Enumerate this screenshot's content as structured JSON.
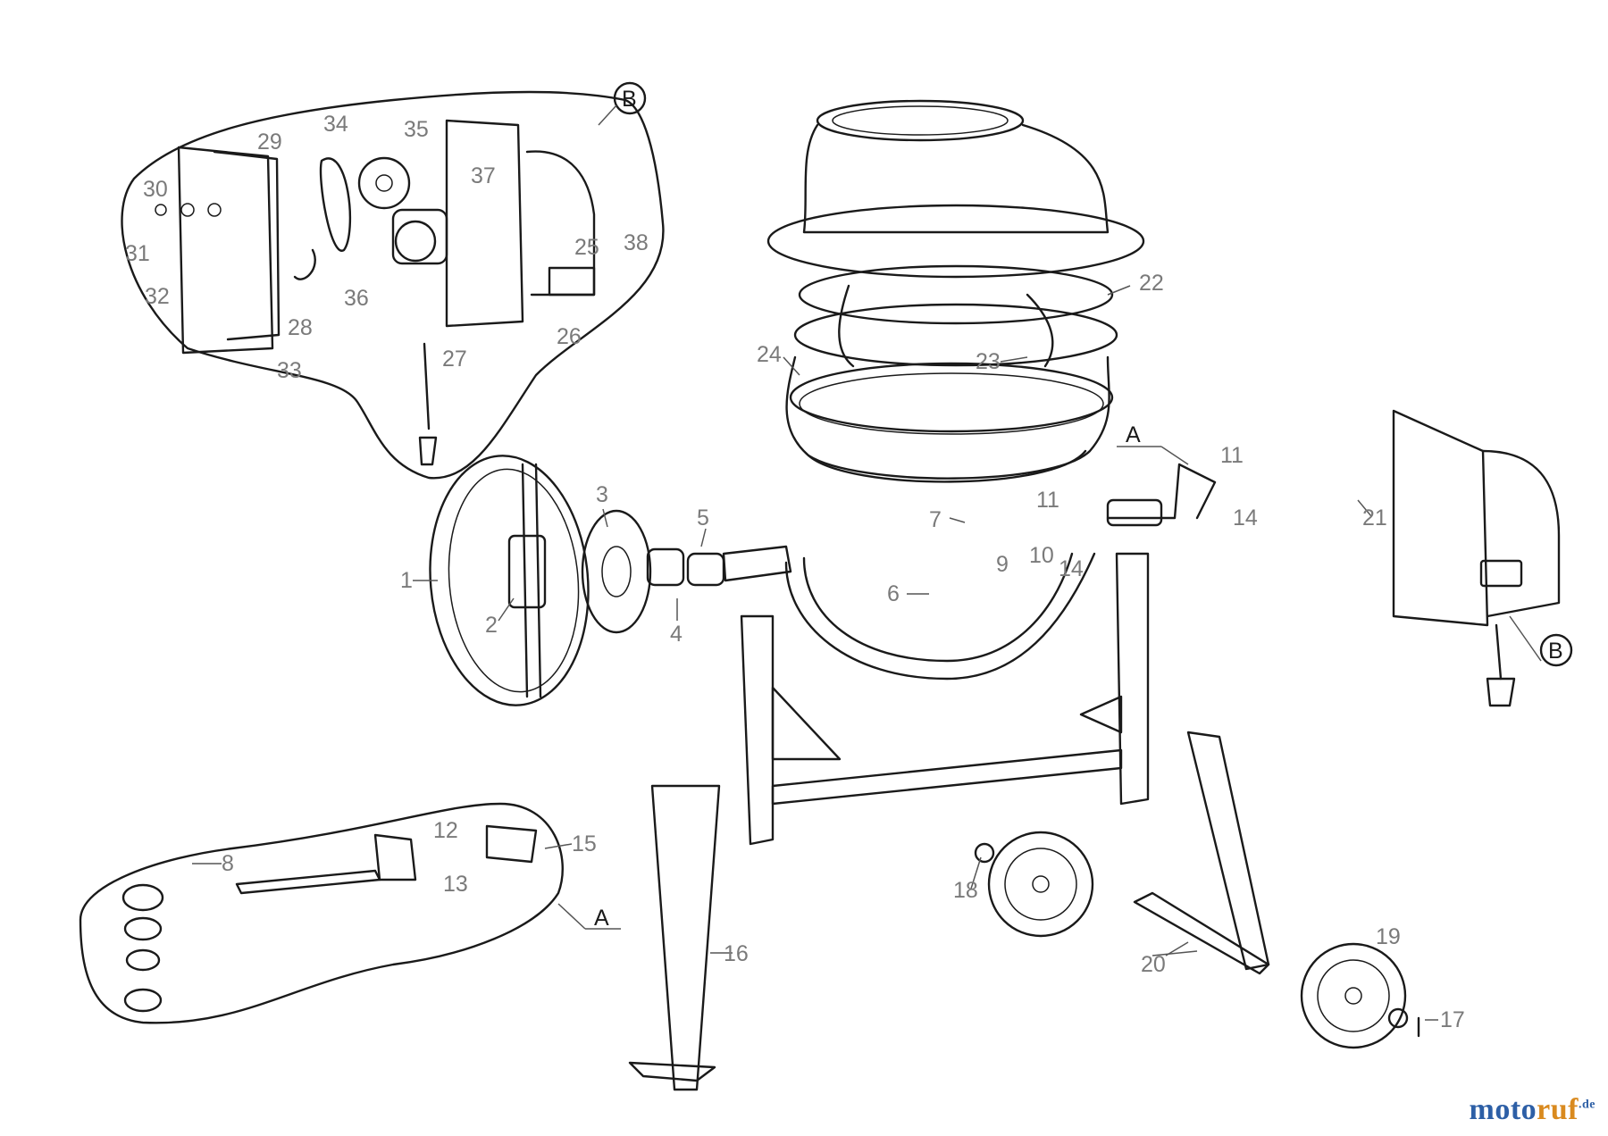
{
  "callouts": {
    "c1": "1",
    "c2": "2",
    "c3": "3",
    "c4": "4",
    "c5": "5",
    "c6": "6",
    "c7": "7",
    "c8": "8",
    "c9": "9",
    "c10": "10",
    "c11a": "11",
    "c11b": "11",
    "c12": "12",
    "c13": "13",
    "c14a": "14",
    "c14b": "14",
    "c15": "15",
    "c16": "16",
    "c17": "17",
    "c18": "18",
    "c19": "19",
    "c20": "20",
    "c21": "21",
    "c22": "22",
    "c23": "23",
    "c24": "24",
    "c25": "25",
    "c26": "26",
    "c27": "27",
    "c28": "28",
    "c29": "29",
    "c30": "30",
    "c31": "31",
    "c32": "32",
    "c33": "33",
    "c34": "34",
    "c35": "35",
    "c36": "36",
    "c37": "37",
    "c38": "38"
  },
  "detail_refs": {
    "detail_a_top": "A",
    "detail_a_bottom": "A",
    "detail_b_top": "B",
    "detail_b_right": "B"
  },
  "watermark": {
    "part1": "moto",
    "part2": "ruf",
    "part3": ".de"
  }
}
